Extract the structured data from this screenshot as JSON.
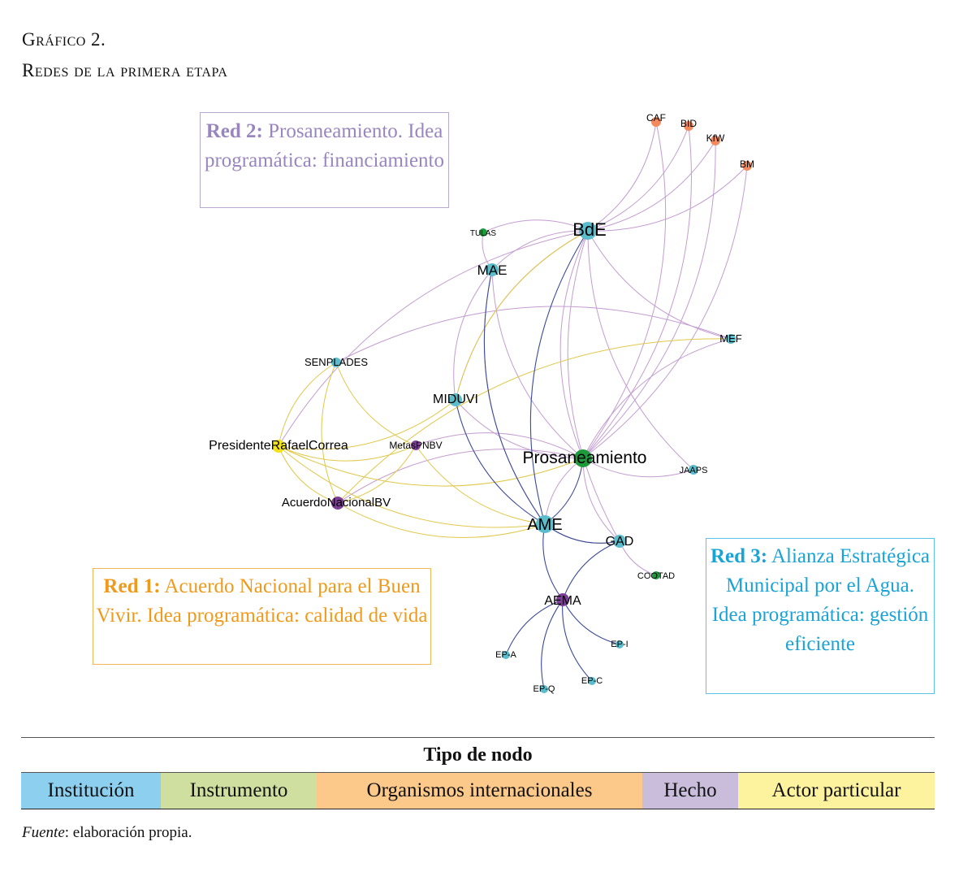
{
  "figure": {
    "title_line1": "Gráfico 2.",
    "title_line2": "Redes de la primera etapa"
  },
  "callouts": {
    "red2": {
      "bold": "Red 2:",
      "text": " Prosaneamiento. Idea programática: financiamiento",
      "color": "#9a86bf"
    },
    "red1": {
      "bold": "Red 1:",
      "text": " Acuerdo Nacional para el Buen Vivir. Idea programática: calidad de vida",
      "color": "#ef9a1a"
    },
    "red3": {
      "bold": "Red 3:",
      "text": " Alianza Estratégica Municipal por el Agua. Idea programática: gestión eficiente",
      "color": "#1aa3d6"
    }
  },
  "legend": {
    "title": "Tipo de nodo",
    "items": [
      {
        "label": "Institución",
        "color": "#8ccfee"
      },
      {
        "label": "Instrumento",
        "color": "#cfdf9f"
      },
      {
        "label": "Organismos internacionales",
        "color": "#fcc98a"
      },
      {
        "label": "Hecho",
        "color": "#c9bddb"
      },
      {
        "label": "Actor particular",
        "color": "#fdf39e"
      }
    ]
  },
  "source": {
    "label": "Fuente",
    "text": ": elaboración propia."
  },
  "network": {
    "node_colors": {
      "institucion": "#5bbccb",
      "instrumento": "#1e9a3c",
      "organismo": "#f28a5e",
      "hecho": "#7b3f94",
      "actor": "#f2e21a"
    },
    "edge_colors": {
      "red1": "#e0c84a",
      "red2": "#c39dd0",
      "red3": "#3b4a9a"
    },
    "nodes": [
      {
        "id": "BdE",
        "label": "BdE",
        "type": "institucion",
        "weight": 3
      },
      {
        "id": "CAF",
        "label": "CAF",
        "type": "organismo",
        "weight": 1
      },
      {
        "id": "BID",
        "label": "BID",
        "type": "organismo",
        "weight": 1
      },
      {
        "id": "KfW",
        "label": "KfW",
        "type": "organismo",
        "weight": 1
      },
      {
        "id": "BM",
        "label": "BM",
        "type": "organismo",
        "weight": 1
      },
      {
        "id": "TULAS",
        "label": "TULAS",
        "type": "instrumento",
        "weight": 0
      },
      {
        "id": "MAE",
        "label": "MAE",
        "type": "institucion",
        "weight": 2
      },
      {
        "id": "MEF",
        "label": "MEF",
        "type": "institucion",
        "weight": 1
      },
      {
        "id": "SENPLADES",
        "label": "SENPLADES",
        "type": "institucion",
        "weight": 1
      },
      {
        "id": "MIDUVI",
        "label": "MIDUVI",
        "type": "institucion",
        "weight": 2
      },
      {
        "id": "PRC",
        "label": "PresidenteRafaelCorrea",
        "type": "actor",
        "weight": 2
      },
      {
        "id": "MetasPNBV",
        "label": "MetasPNBV",
        "type": "hecho",
        "weight": 1
      },
      {
        "id": "Prosaneamiento",
        "label": "Prosaneamiento",
        "type": "instrumento",
        "weight": 3
      },
      {
        "id": "JAAPS",
        "label": "JAAPS",
        "type": "institucion",
        "weight": 1
      },
      {
        "id": "ANBV",
        "label": "AcuerdoNacionalBV",
        "type": "hecho",
        "weight": 2
      },
      {
        "id": "AME",
        "label": "AME",
        "type": "institucion",
        "weight": 3
      },
      {
        "id": "GAD",
        "label": "GAD",
        "type": "institucion",
        "weight": 2
      },
      {
        "id": "COOTAD",
        "label": "COOTAD",
        "type": "instrumento",
        "weight": 0
      },
      {
        "id": "AEMA",
        "label": "AEMA",
        "type": "hecho",
        "weight": 2
      },
      {
        "id": "EP-I",
        "label": "EP-I",
        "type": "institucion",
        "weight": 0
      },
      {
        "id": "EP-A",
        "label": "EP-A",
        "type": "institucion",
        "weight": 0
      },
      {
        "id": "EP-C",
        "label": "EP-C",
        "type": "institucion",
        "weight": 0
      },
      {
        "id": "EP-Q",
        "label": "EP-Q",
        "type": "institucion",
        "weight": 0
      }
    ],
    "edges": [
      [
        "BdE",
        "CAF",
        "red2"
      ],
      [
        "BdE",
        "BID",
        "red2"
      ],
      [
        "BdE",
        "KfW",
        "red2"
      ],
      [
        "BdE",
        "BM",
        "red2"
      ],
      [
        "Prosaneamiento",
        "CAF",
        "red2"
      ],
      [
        "Prosaneamiento",
        "BID",
        "red2"
      ],
      [
        "Prosaneamiento",
        "KfW",
        "red2"
      ],
      [
        "Prosaneamiento",
        "BM",
        "red2"
      ],
      [
        "BdE",
        "TULAS",
        "red2"
      ],
      [
        "BdE",
        "MAE",
        "red2"
      ],
      [
        "BdE",
        "MIDUVI",
        "red2"
      ],
      [
        "BdE",
        "MEF",
        "red2"
      ],
      [
        "BdE",
        "Prosaneamiento",
        "red2"
      ],
      [
        "BdE",
        "JAAPS",
        "red2"
      ],
      [
        "BdE",
        "PRC",
        "red2"
      ],
      [
        "BdE",
        "GAD",
        "red2"
      ],
      [
        "TULAS",
        "MAE",
        "red2"
      ],
      [
        "MAE",
        "MIDUVI",
        "red2"
      ],
      [
        "MAE",
        "Prosaneamiento",
        "red2"
      ],
      [
        "MAE",
        "AME",
        "red2"
      ],
      [
        "MEF",
        "Prosaneamiento",
        "red2"
      ],
      [
        "MEF",
        "SENPLADES",
        "red2"
      ],
      [
        "MIDUVI",
        "Prosaneamiento",
        "red2"
      ],
      [
        "Prosaneamiento",
        "JAAPS",
        "red2"
      ],
      [
        "Prosaneamiento",
        "GAD",
        "red2"
      ],
      [
        "Prosaneamiento",
        "AME",
        "red2"
      ],
      [
        "Prosaneamiento",
        "MetasPNBV",
        "red2"
      ],
      [
        "Prosaneamiento",
        "ANBV",
        "red2"
      ],
      [
        "GAD",
        "COOTAD",
        "red2"
      ],
      [
        "SENPLADES",
        "PRC",
        "red1"
      ],
      [
        "SENPLADES",
        "ANBV",
        "red1"
      ],
      [
        "SENPLADES",
        "MetasPNBV",
        "red1"
      ],
      [
        "PRC",
        "ANBV",
        "red1"
      ],
      [
        "PRC",
        "MetasPNBV",
        "red1"
      ],
      [
        "PRC",
        "AME",
        "red1"
      ],
      [
        "PRC",
        "MIDUVI",
        "red1"
      ],
      [
        "PRC",
        "Prosaneamiento",
        "red1"
      ],
      [
        "ANBV",
        "MetasPNBV",
        "red1"
      ],
      [
        "ANBV",
        "AME",
        "red1"
      ],
      [
        "MetasPNBV",
        "AME",
        "red1"
      ],
      [
        "BdE",
        "MIDUVI",
        "red1"
      ],
      [
        "MEF",
        "ANBV",
        "red1"
      ],
      [
        "AME",
        "GAD",
        "red1"
      ],
      [
        "BdE",
        "AME",
        "red3"
      ],
      [
        "MAE",
        "AME",
        "red3"
      ],
      [
        "MIDUVI",
        "AME",
        "red3"
      ],
      [
        "AME",
        "Prosaneamiento",
        "red3"
      ],
      [
        "AME",
        "GAD",
        "red3"
      ],
      [
        "AME",
        "AEMA",
        "red3"
      ],
      [
        "GAD",
        "AEMA",
        "red3"
      ],
      [
        "AEMA",
        "EP-A",
        "red3"
      ],
      [
        "AEMA",
        "EP-Q",
        "red3"
      ],
      [
        "AEMA",
        "EP-C",
        "red3"
      ],
      [
        "AEMA",
        "EP-I",
        "red3"
      ]
    ]
  }
}
